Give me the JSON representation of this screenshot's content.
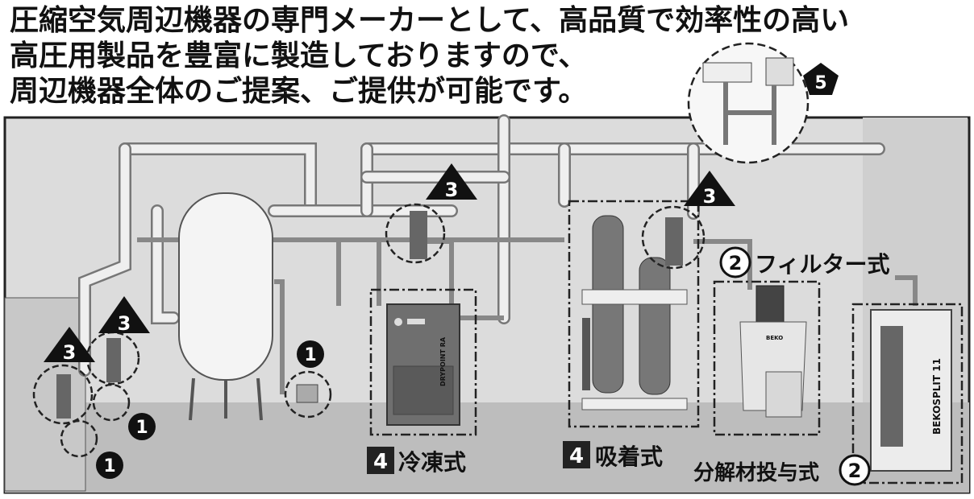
{
  "headline": {
    "line1": "圧縮空気周辺機器の専門メーカーとして、高品質で効率性の高い",
    "line2": "高圧用製品を豊富に製造しておりますので、",
    "line3": "周辺機器全体のご提案、ご提供が可能です。"
  },
  "equipment_labels": {
    "refrigerated_dryer": {
      "number": "4",
      "text": "冷凍式"
    },
    "adsorption_dryer": {
      "number": "4",
      "text": "吸着式"
    },
    "filter_type": {
      "number": "2",
      "text": "フィルター式"
    },
    "decomposition_type": {
      "number": "2",
      "text": "分解材投与式"
    }
  },
  "product_text": {
    "dryer_brand": "DRYPOINT RA",
    "splitter_brand": "BEKOSPLIT 11",
    "filter_brand": "BEKO"
  },
  "badges": {
    "drain": "1",
    "filter": "3",
    "monitor": "5"
  },
  "colors": {
    "wall": "#dcdcdc",
    "floor": "#bdbdbd",
    "pipe": "#e8e8e8",
    "dryer_body": "#6f6f6f",
    "badge": "#111111"
  }
}
